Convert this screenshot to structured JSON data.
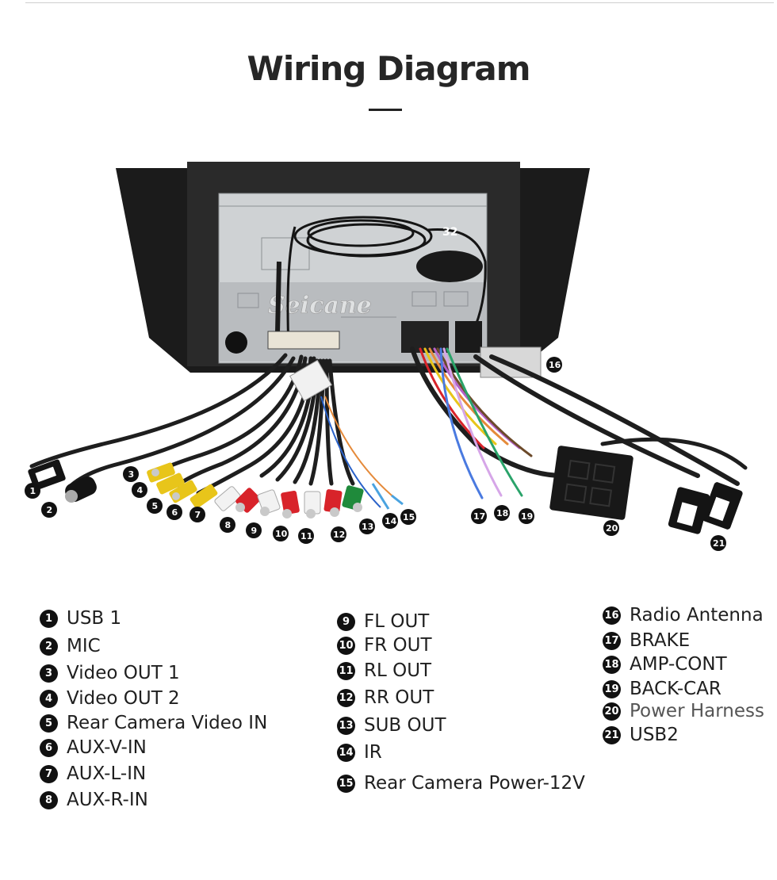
{
  "title": "Wiring Diagram",
  "watermark": "Seicane",
  "gps_label": "32",
  "legend": {
    "col1": [
      {
        "num": "1",
        "label": "USB 1"
      },
      {
        "num": "2",
        "label": "MIC"
      },
      {
        "num": "3",
        "label": "Video OUT 1"
      },
      {
        "num": "4",
        "label": "Video OUT 2"
      },
      {
        "num": "5",
        "label": "Rear Camera Video IN"
      },
      {
        "num": "6",
        "label": "AUX-V-IN"
      },
      {
        "num": "7",
        "label": "AUX-L-IN"
      },
      {
        "num": "8",
        "label": "AUX-R-IN"
      }
    ],
    "col2": [
      {
        "num": "9",
        "label": "FL OUT"
      },
      {
        "num": "10",
        "label": "FR OUT"
      },
      {
        "num": "11",
        "label": "RL OUT"
      },
      {
        "num": "12",
        "label": "RR OUT"
      },
      {
        "num": "13",
        "label": "SUB OUT"
      },
      {
        "num": "14",
        "label": "IR"
      },
      {
        "num": "15",
        "label": "Rear Camera Power-12V"
      }
    ],
    "col3": [
      {
        "num": "16",
        "label": "Radio Antenna"
      },
      {
        "num": "17",
        "label": "BRAKE"
      },
      {
        "num": "18",
        "label": "AMP-CONT"
      },
      {
        "num": "19",
        "label": "BACK-CAR"
      },
      {
        "num": "20",
        "label": "Power Harness"
      },
      {
        "num": "21",
        "label": "USB2"
      }
    ]
  },
  "colors": {
    "frame": "#1b1b1b",
    "chassis": "#cfd2d4",
    "cable": "#1e1e1e",
    "yellow": "#e8c51a",
    "red": "#d8232a",
    "white": "#f2f2f2",
    "green": "#1f8a3b",
    "badge": "#111111"
  }
}
